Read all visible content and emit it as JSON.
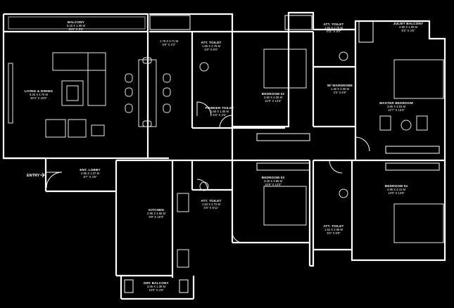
{
  "entry": {
    "label": "ENTRY"
  },
  "rooms": [
    {
      "id": "balcony",
      "name": "BALCONY",
      "size": "6.15 X 1.65 M",
      "feet": "20'0\" X 5'6\""
    },
    {
      "id": "living",
      "name": "LIVING & DINING",
      "size": "9.25 X 4.70 M",
      "feet": "30'4\" X 15'5\""
    },
    {
      "id": "toilet-small",
      "name": "",
      "size": "1.75 X 0.71 M",
      "feet": "5'9\" X 2'4\""
    },
    {
      "id": "att-toilet-1",
      "name": "ATT. TOILET",
      "size": "1.55 X 2.75 M",
      "feet": "5'0\" X 9'0\""
    },
    {
      "id": "powder",
      "name": "POWDER TOILET",
      "size": "1.50 X 1.05 M",
      "feet": "5'0\" X 3'5\""
    },
    {
      "id": "bedroom-2",
      "name": "BEDROOM 02",
      "size": "3.60 X 4.05 M",
      "feet": "11'9\" X 13'3\""
    },
    {
      "id": "att-toilet-2",
      "name": "ATT. TOILET",
      "size": "1.50 X 2.75 M",
      "feet": "4'11\" X 9'0\""
    },
    {
      "id": "juliet",
      "name": "JULIET BALCONY",
      "size": "2.80 X 1.05 M",
      "feet": "9'2\" X 3'5\""
    },
    {
      "id": "wardrobe",
      "name": "W/ WARDROBE",
      "size": "1.30 X 2.05 M",
      "feet": "4'3\" X 6'9\""
    },
    {
      "id": "master",
      "name": "MASTER BEDROOM",
      "size": "3.85 X 4.04 M",
      "feet": "12'7\" X 13'3\""
    },
    {
      "id": "lobby",
      "name": "ENT. LOBBY",
      "size": "2.95 X 1.37 M",
      "feet": "9'7\" X 4'6\""
    },
    {
      "id": "kitchen",
      "name": "KITCHEN",
      "size": "2.95 X 4.65 M",
      "feet": "9'8\" X 15'3\""
    },
    {
      "id": "att-toilet-3",
      "name": "ATT. TOILET",
      "size": "1.53 X 2.72 M",
      "feet": "5'0\" X 8'11\""
    },
    {
      "id": "bedroom-3",
      "name": "BEDROOM 03",
      "size": "3.25 X 3.65 M",
      "feet": "10'8\" X 12'0\""
    },
    {
      "id": "att-toilet-4",
      "name": "ATT. TOILET",
      "size": "1.52 X 2.65 M",
      "feet": "5'0\" X 8'8\""
    },
    {
      "id": "bedroom-4",
      "name": "BEDROOM 04",
      "size": "3.95 X 4.12 M",
      "feet": "13'0\" X 13'6\""
    },
    {
      "id": "dry-balcony",
      "name": "DRY BALCONY",
      "size": "3.05 X 1.38 M",
      "feet": "10'0\" X 4'6\""
    }
  ]
}
